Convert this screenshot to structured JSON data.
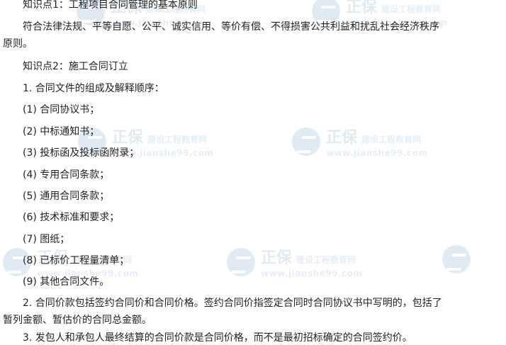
{
  "lines": [
    "知识点1：工程项目合同管理的基本原则",
    "符合法律法规、平等自愿、公平、诚实信用、等价有偿、不得损害公共利益和扰乱社会经济秩序",
    "原则。",
    "知识点2：施工合同订立",
    "1. 合同文件的组成及解释顺序：",
    "(1) 合同协议书；",
    "(2) 中标通知书；",
    "(3) 投标函及投标函附录；",
    "(4) 专用合同条款；",
    "(5) 通用合同条款；",
    "(6) 技术标准和要求；",
    "(7) 图纸；",
    "(8) 已标价工程量清单；",
    "(9) 其他合同文件。",
    "2. 合同价款包括签约合同价和合同价格。签约合同价指签定合同时合同协议书中写明的，包括了",
    "暂列金额、暂估价的合同总金额。",
    "3. 发包人和承包人最终结算的合同价款是合同价格，而不是最初招标确定的合同签约价。"
  ],
  "watermark": {
    "brand": "正保",
    "sub": "建设工程教育网",
    "url": "www.jianshe99.com",
    "color": "#8fb7d9"
  }
}
